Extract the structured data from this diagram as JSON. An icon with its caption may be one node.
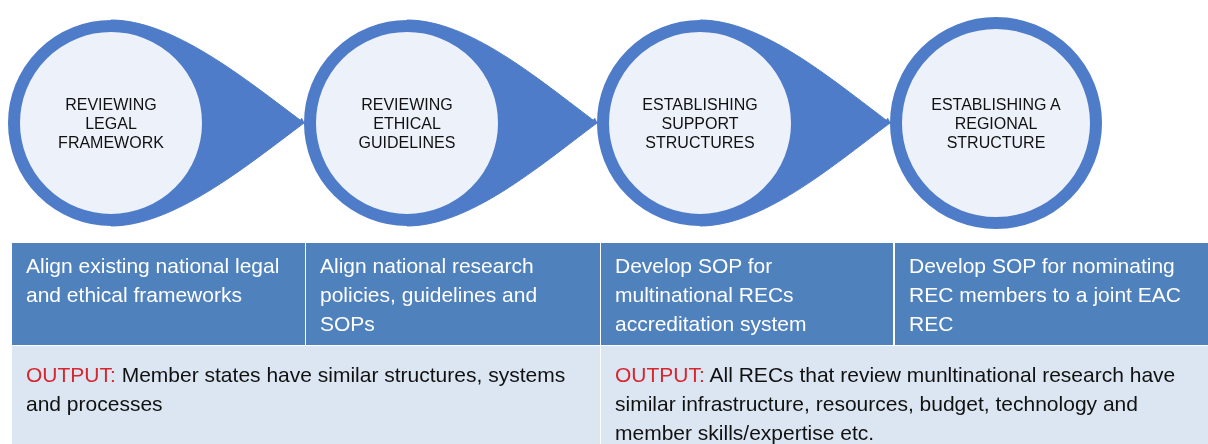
{
  "diagram": {
    "nodes": [
      {
        "text": [
          "REVIEWING LEGAL FRAMEWORK"
        ]
      },
      {
        "text": [
          "REVIEWING ETHICAL GUIDELINES"
        ]
      },
      {
        "text": [
          "ESTABLISHING SUPPORT STRUCTURES"
        ]
      },
      {
        "text": [
          "ESTABLISHING A REGIONAL STRUCTURE"
        ]
      },
      {
        "text": [
          "Align existing national legal and ethical frameworks"
        ]
      },
      {
        "text": [
          "Align national research policies, guidelines and SOPs"
        ]
      },
      {
        "text": [
          "Develop SOP for multinational RECs accreditation system"
        ]
      },
      {
        "text": [
          "Develop SOP for nominating REC members to a joint EAC REC"
        ]
      },
      {
        "text": [
          "OUTPUT:",
          "Member states have similar structures, systems and processes"
        ]
      },
      {
        "text": [
          "OUTPUT:",
          "All RECs that review munltinational research have similar infrastructure, resources, budget, technology and member skills/expertise etc."
        ]
      }
    ],
    "edges": [
      {
        "from": 0,
        "to": 1,
        "arrow": "to"
      },
      {
        "from": 1,
        "to": 2,
        "arrow": "to"
      },
      {
        "from": 2,
        "to": 3,
        "arrow": "to"
      }
    ]
  }
}
